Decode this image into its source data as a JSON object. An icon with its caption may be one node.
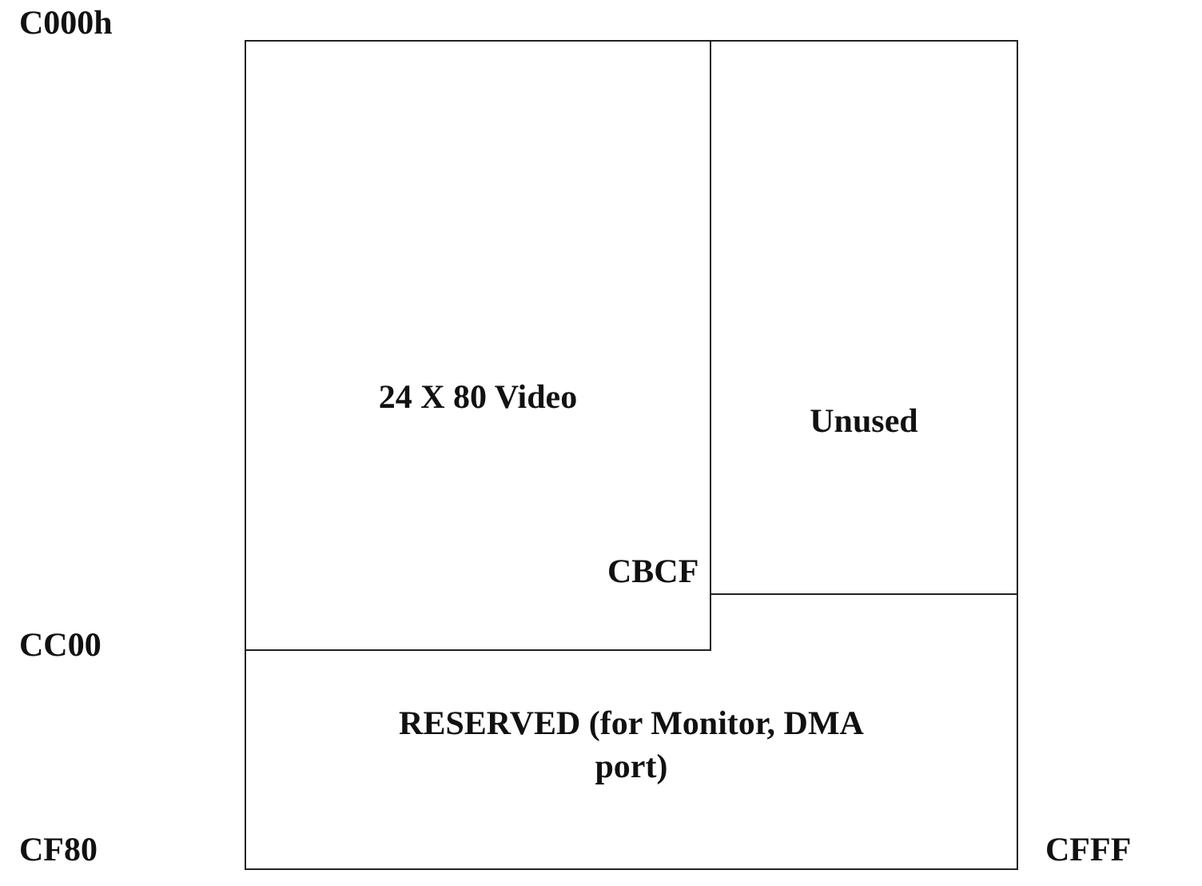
{
  "diagram": {
    "nodes": [
      {
        "text": [
          "24 X 80 Video"
        ]
      },
      {
        "text": [
          "Unused"
        ]
      },
      {
        "text": [
          "RESERVED (for Monitor, DMA port)"
        ]
      }
    ],
    "labels": [
      "C000h",
      "CBCF",
      "CC00",
      "CF80",
      "CFFF"
    ]
  }
}
